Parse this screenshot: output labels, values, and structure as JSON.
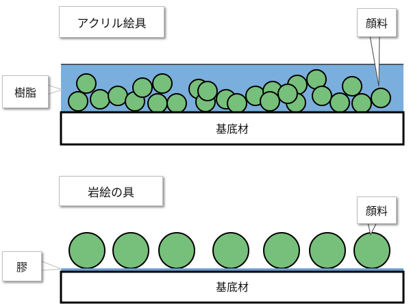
{
  "top_panel": {
    "title": "アクリル絵具",
    "binder_label": "樹脂",
    "pigment_label": "顔料",
    "substrate_label": "基底材"
  },
  "bottom_panel": {
    "title": "岩絵の具",
    "binder_label": "膠",
    "pigment_label": "顔料",
    "substrate_label": "基底材"
  },
  "colors": {
    "resin": "#7aaedc",
    "pigment": "#77c07b",
    "outline": "#000000",
    "glue": "#6a9fd0"
  }
}
